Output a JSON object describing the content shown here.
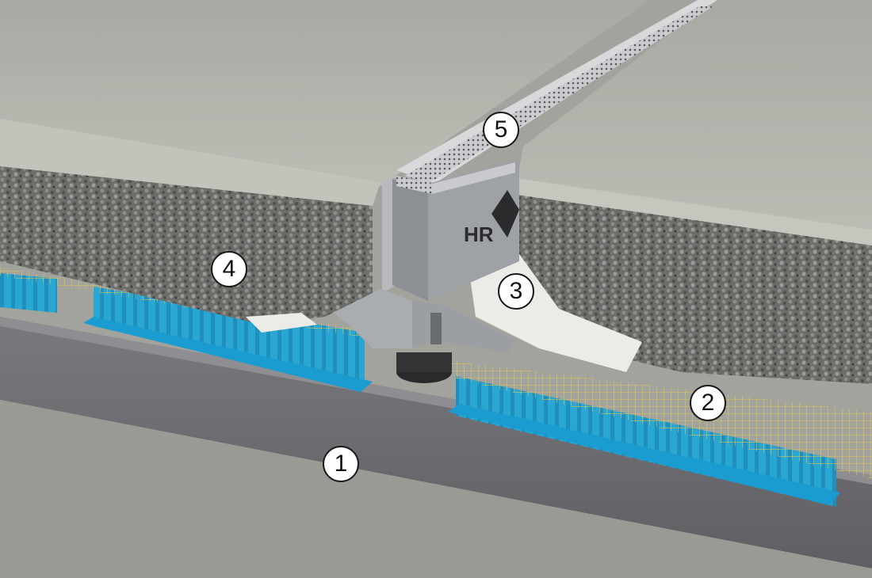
{
  "callouts": [
    {
      "id": "1",
      "label": "1"
    },
    {
      "id": "2",
      "label": "2"
    },
    {
      "id": "3",
      "label": "3"
    },
    {
      "id": "4",
      "label": "4"
    },
    {
      "id": "5",
      "label": "5"
    }
  ],
  "brand_mark": "HR",
  "colors": {
    "surface": "#b6b5ae",
    "gravel": "#6f6f6c",
    "drainage_mat": "#2aa9d6",
    "mesh": "#d9c25a",
    "membrane": "#e9e9e6",
    "base_slab": "#6a6a6e",
    "channel_metal": "#c7c9cc"
  }
}
